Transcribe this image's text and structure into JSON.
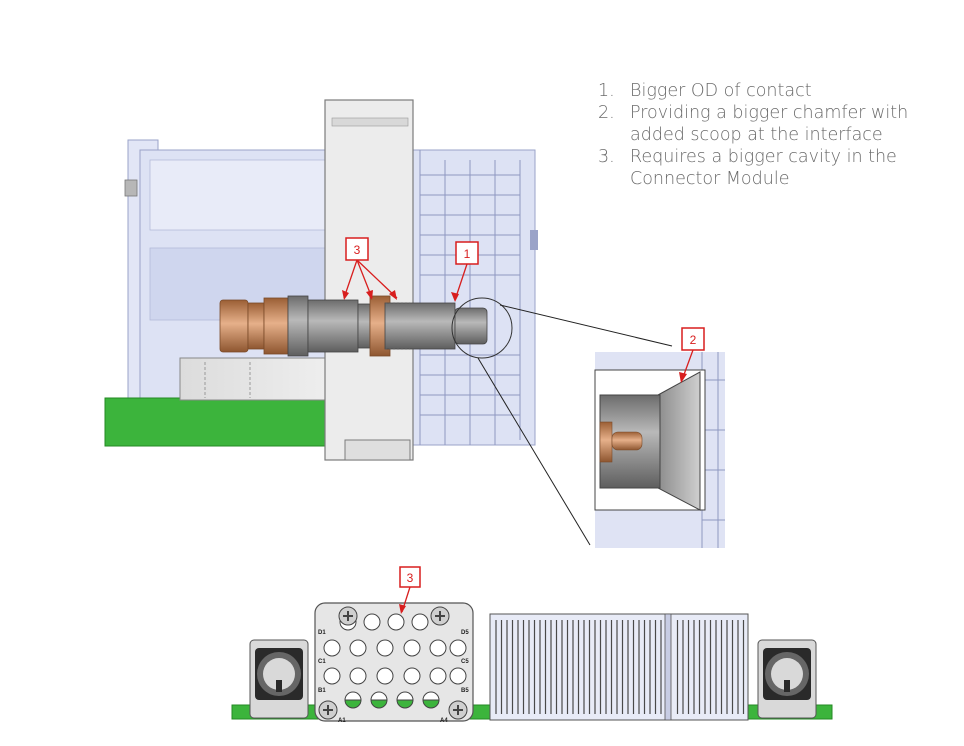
{
  "notes": [
    {
      "num": "1.",
      "text": "Bigger OD of contact"
    },
    {
      "num": "2.",
      "text": "Providing a bigger chamfer with added scoop at the interface"
    },
    {
      "num": "3.",
      "text": "Requires a bigger cavity in the Connector Module"
    }
  ],
  "callouts": {
    "c1": "1",
    "c2": "2",
    "c3_top": "3",
    "c3_bottom": "3"
  },
  "pin_labels": {
    "d1": "D1",
    "c1": "C1",
    "b1": "B1",
    "a1": "A1",
    "d5": "D5",
    "c5": "C5",
    "b5": "B5",
    "a4": "A4"
  },
  "colors": {
    "callout_red": "#d81e1e",
    "pcb_green": "#3cb43c",
    "housing_blue": "#dde2f4",
    "copper": "#c9895a",
    "steel": "#8a8a8a"
  }
}
